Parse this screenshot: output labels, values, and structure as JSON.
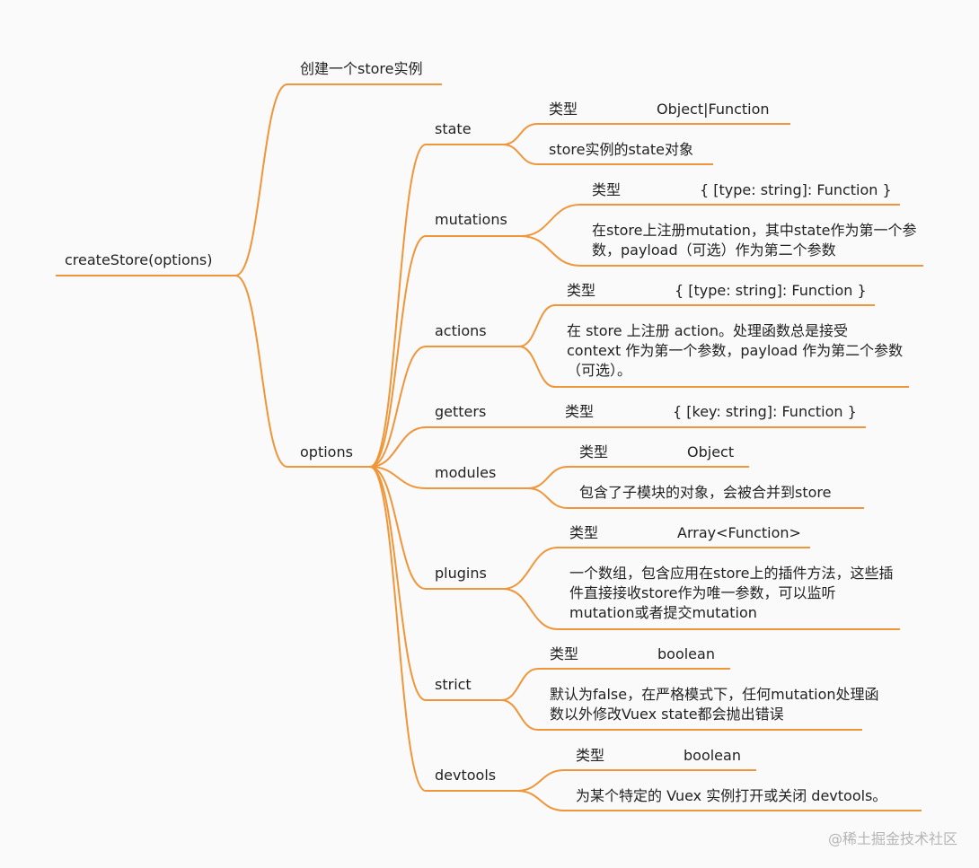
{
  "theme": {
    "line_color": "#f0963a",
    "text_color": "#222222",
    "background": "#fafafa",
    "watermark_color": "#b5b5b5"
  },
  "root": "createStore(options)",
  "nodes": {
    "create_instance": "创建一个store实例",
    "options": "options",
    "type_label": "类型",
    "state": {
      "label": "state",
      "type": "Object|Function",
      "desc": "store实例的state对象"
    },
    "mutations": {
      "label": "mutations",
      "type": "{ [type: string]: Function }",
      "desc": "在store上注册mutation，其中state作为第一个参数，payload（可选）作为第二个参数"
    },
    "actions": {
      "label": "actions",
      "type": "{ [type: string]: Function }",
      "desc": "在 store 上注册 action。处理函数总是接受 context 作为第一个参数，payload 作为第二个参数（可选）。"
    },
    "getters": {
      "label": "getters",
      "type": "{ [key: string]: Function }"
    },
    "modules": {
      "label": "modules",
      "type": "Object",
      "desc": "包含了子模块的对象，会被合并到store"
    },
    "plugins": {
      "label": "plugins",
      "type": "Array<Function>",
      "desc": "一个数组，包含应用在store上的插件方法，这些插件直接接收store作为唯一参数，可以监听mutation或者提交mutation"
    },
    "strict": {
      "label": "strict",
      "type": "boolean",
      "desc": "默认为false，在严格模式下，任何mutation处理函数以外修改Vuex state都会抛出错误"
    },
    "devtools": {
      "label": "devtools",
      "type": "boolean",
      "desc": "为某个特定的 Vuex 实例打开或关闭 devtools。"
    }
  },
  "watermark": "@稀土掘金技术社区"
}
